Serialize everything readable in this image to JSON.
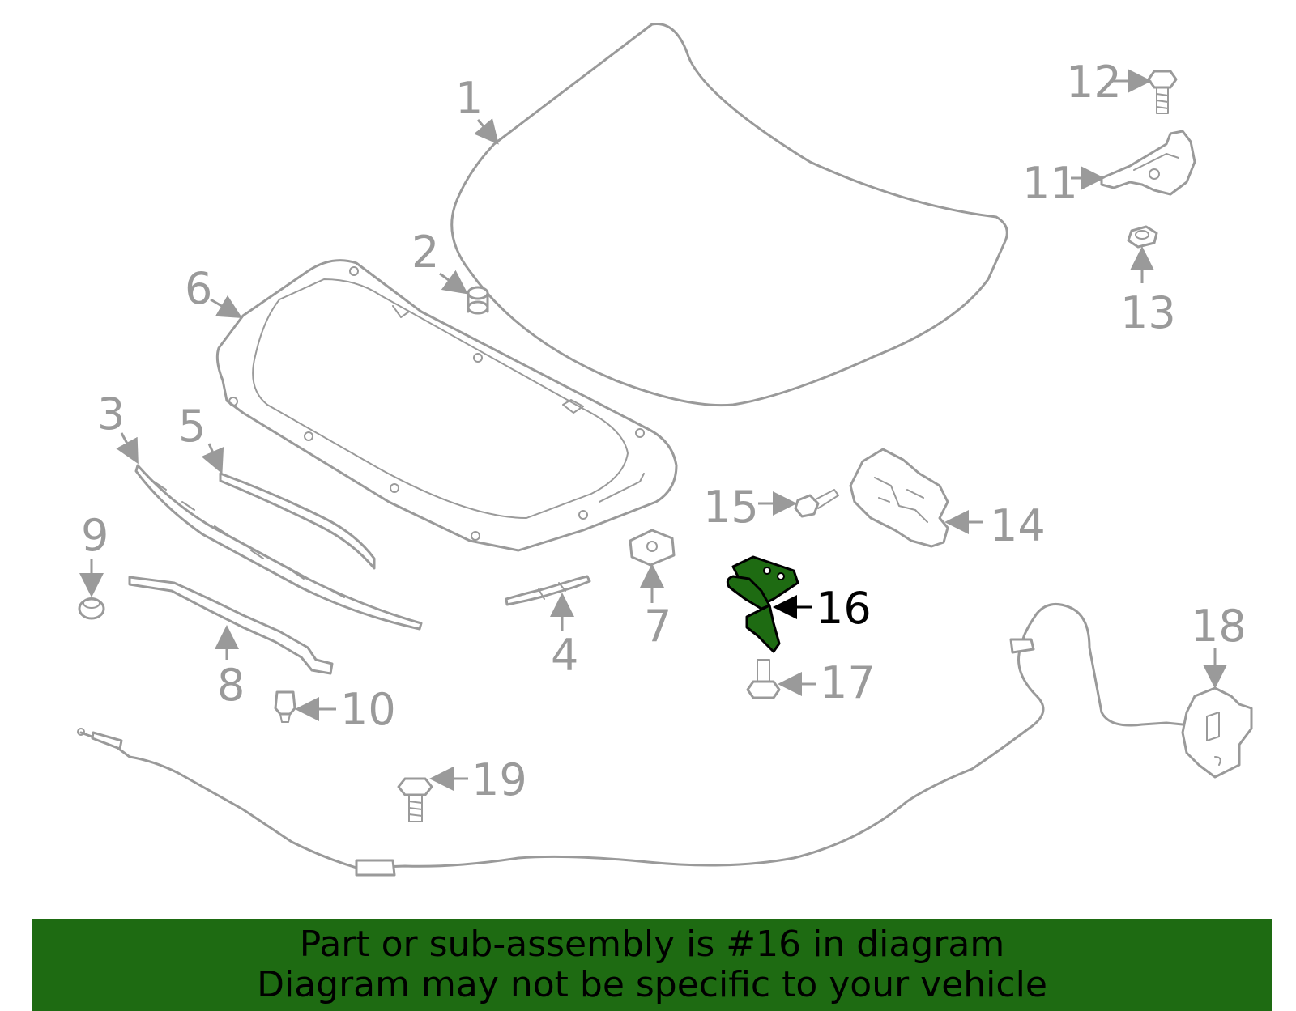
{
  "diagram": {
    "highlight_color": "#1e6b12",
    "line_color": "#9a9a9a",
    "highlighted_part": "16",
    "callouts": {
      "c1": "1",
      "c2": "2",
      "c3": "3",
      "c4": "4",
      "c5": "5",
      "c6": "6",
      "c7": "7",
      "c8": "8",
      "c9": "9",
      "c10": "10",
      "c11": "11",
      "c12": "12",
      "c13": "13",
      "c14": "14",
      "c15": "15",
      "c16": "16",
      "c17": "17",
      "c18": "18",
      "c19": "19"
    }
  },
  "banner": {
    "line1": "Part or sub-assembly is #16 in diagram",
    "line2": "Diagram may not be specific to your vehicle"
  }
}
